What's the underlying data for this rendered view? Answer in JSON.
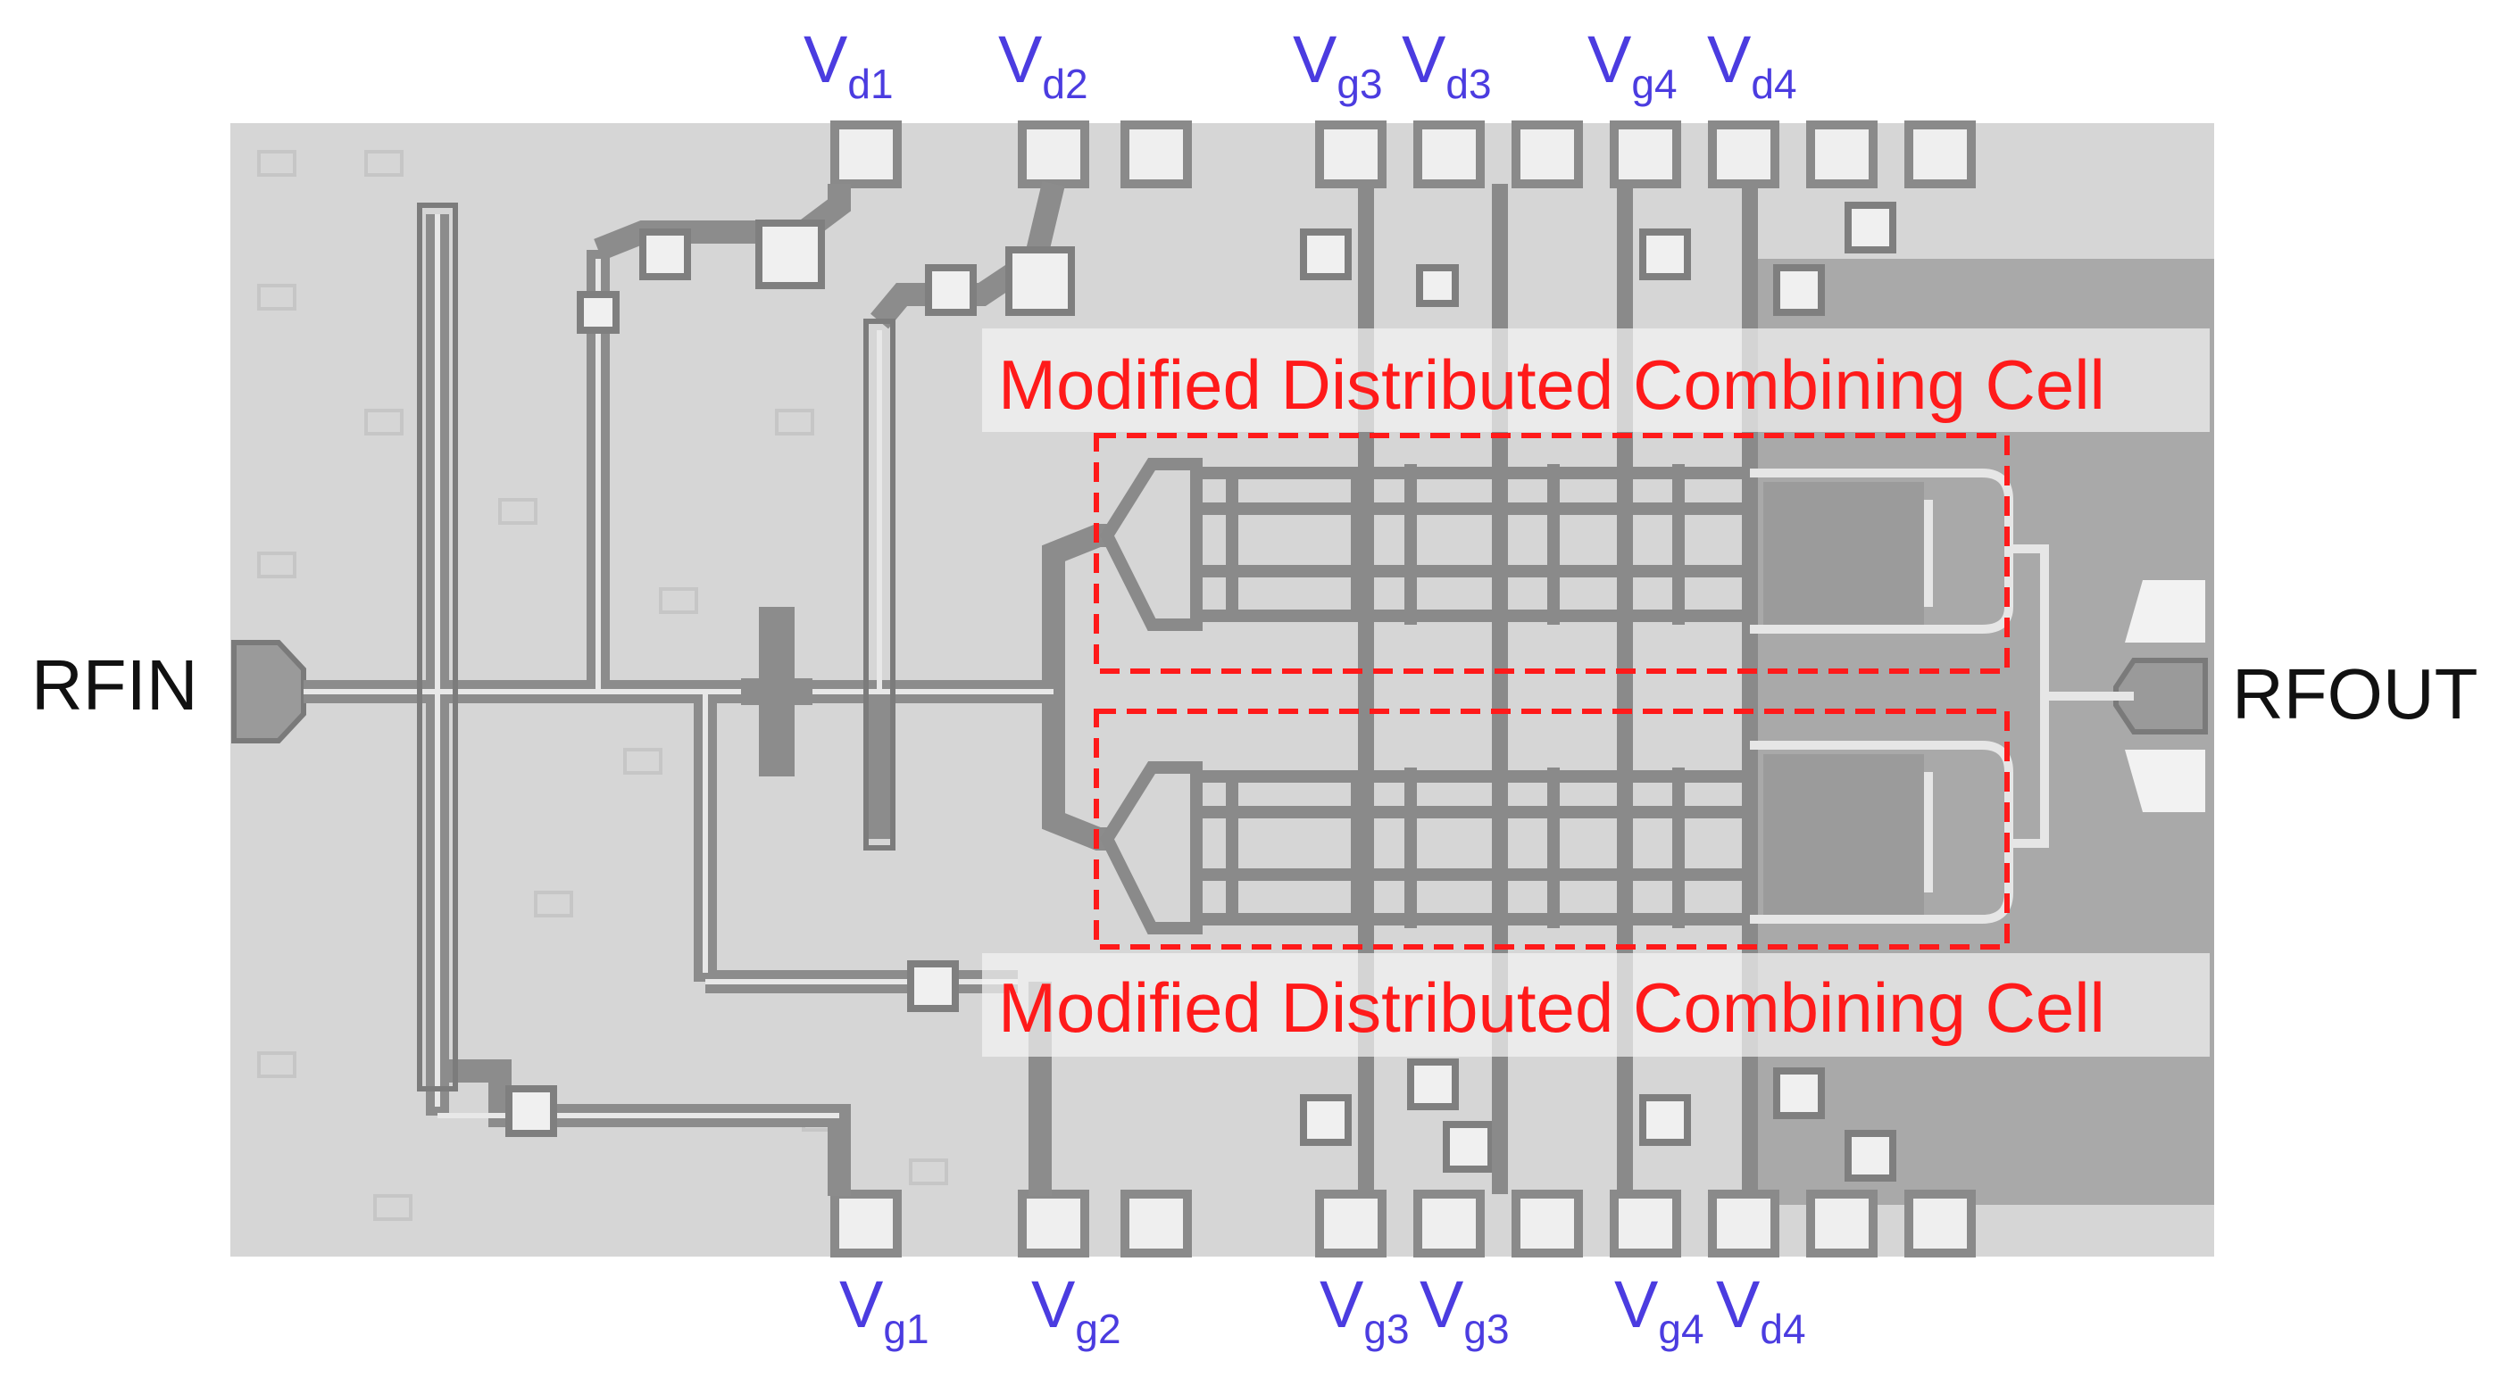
{
  "ports": {
    "input": "RFIN",
    "output": "RFOUT"
  },
  "top_pins": [
    {
      "main": "V",
      "sub": "d1"
    },
    {
      "main": "V",
      "sub": "d2"
    },
    {
      "main": "V",
      "sub": "g3"
    },
    {
      "main": "V",
      "sub": "d3"
    },
    {
      "main": "V",
      "sub": "g4"
    },
    {
      "main": "V",
      "sub": "d4"
    }
  ],
  "bottom_pins": [
    {
      "main": "V",
      "sub": "g1"
    },
    {
      "main": "V",
      "sub": "g2"
    },
    {
      "main": "V",
      "sub": "g3"
    },
    {
      "main": "V",
      "sub": "g3"
    },
    {
      "main": "V",
      "sub": "g4"
    },
    {
      "main": "V",
      "sub": "d4"
    }
  ],
  "cells": {
    "upper_label": "Modified Distributed Combining Cell",
    "lower_label": "Modified Distributed Combining Cell",
    "highlight_color": "#ff1a1a"
  },
  "colors": {
    "pin_label": "#4b3ce0",
    "die_background": "#d9d9d9",
    "metal": "#8a8a8a",
    "pad": "#efefef"
  }
}
